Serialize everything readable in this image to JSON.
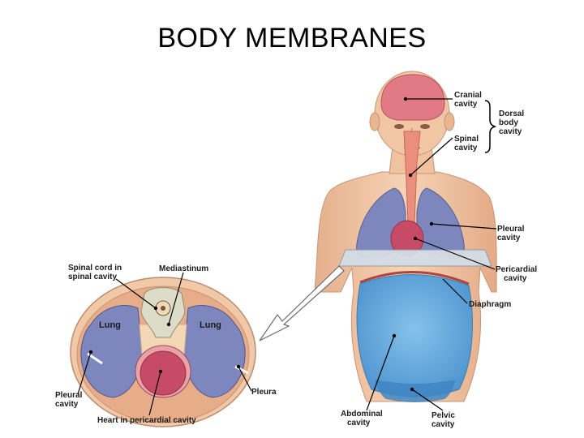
{
  "title": "BODY MEMBRANES",
  "labels": {
    "cranial_cavity": [
      "Cranial",
      "cavity"
    ],
    "dorsal_body_cavity": [
      "Dorsal",
      "body",
      "cavity"
    ],
    "spinal_cavity": [
      "Spinal",
      "cavity"
    ],
    "pleural_cavity": [
      "Pleural",
      "cavity"
    ],
    "pericardial_cavity": [
      "Pericardial",
      "cavity"
    ],
    "diaphragm": "Diaphragm",
    "abdominal_cavity": [
      "Abdominal",
      "cavity"
    ],
    "pelvic_cavity": [
      "Pelvic",
      "cavity"
    ],
    "spinal_cord": [
      "Spinal cord in",
      "spinal cavity"
    ],
    "mediastinum": "Mediastinum",
    "lung_left": "Lung",
    "lung_right": "Lung",
    "pleural_cavity_cross": [
      "Pleural",
      "cavity"
    ],
    "pleura": "Pleura",
    "heart": "Heart in pericardial cavity"
  },
  "colors": {
    "skin": "#f2c7a5",
    "skin_shade": "#d9a07a",
    "cranial": "#e27a86",
    "lung": "#7d87bd",
    "heart": "#c74b66",
    "abdominal": "#6aaede",
    "spine": "#ea8f7d",
    "section_plane": "#d4dde6"
  }
}
